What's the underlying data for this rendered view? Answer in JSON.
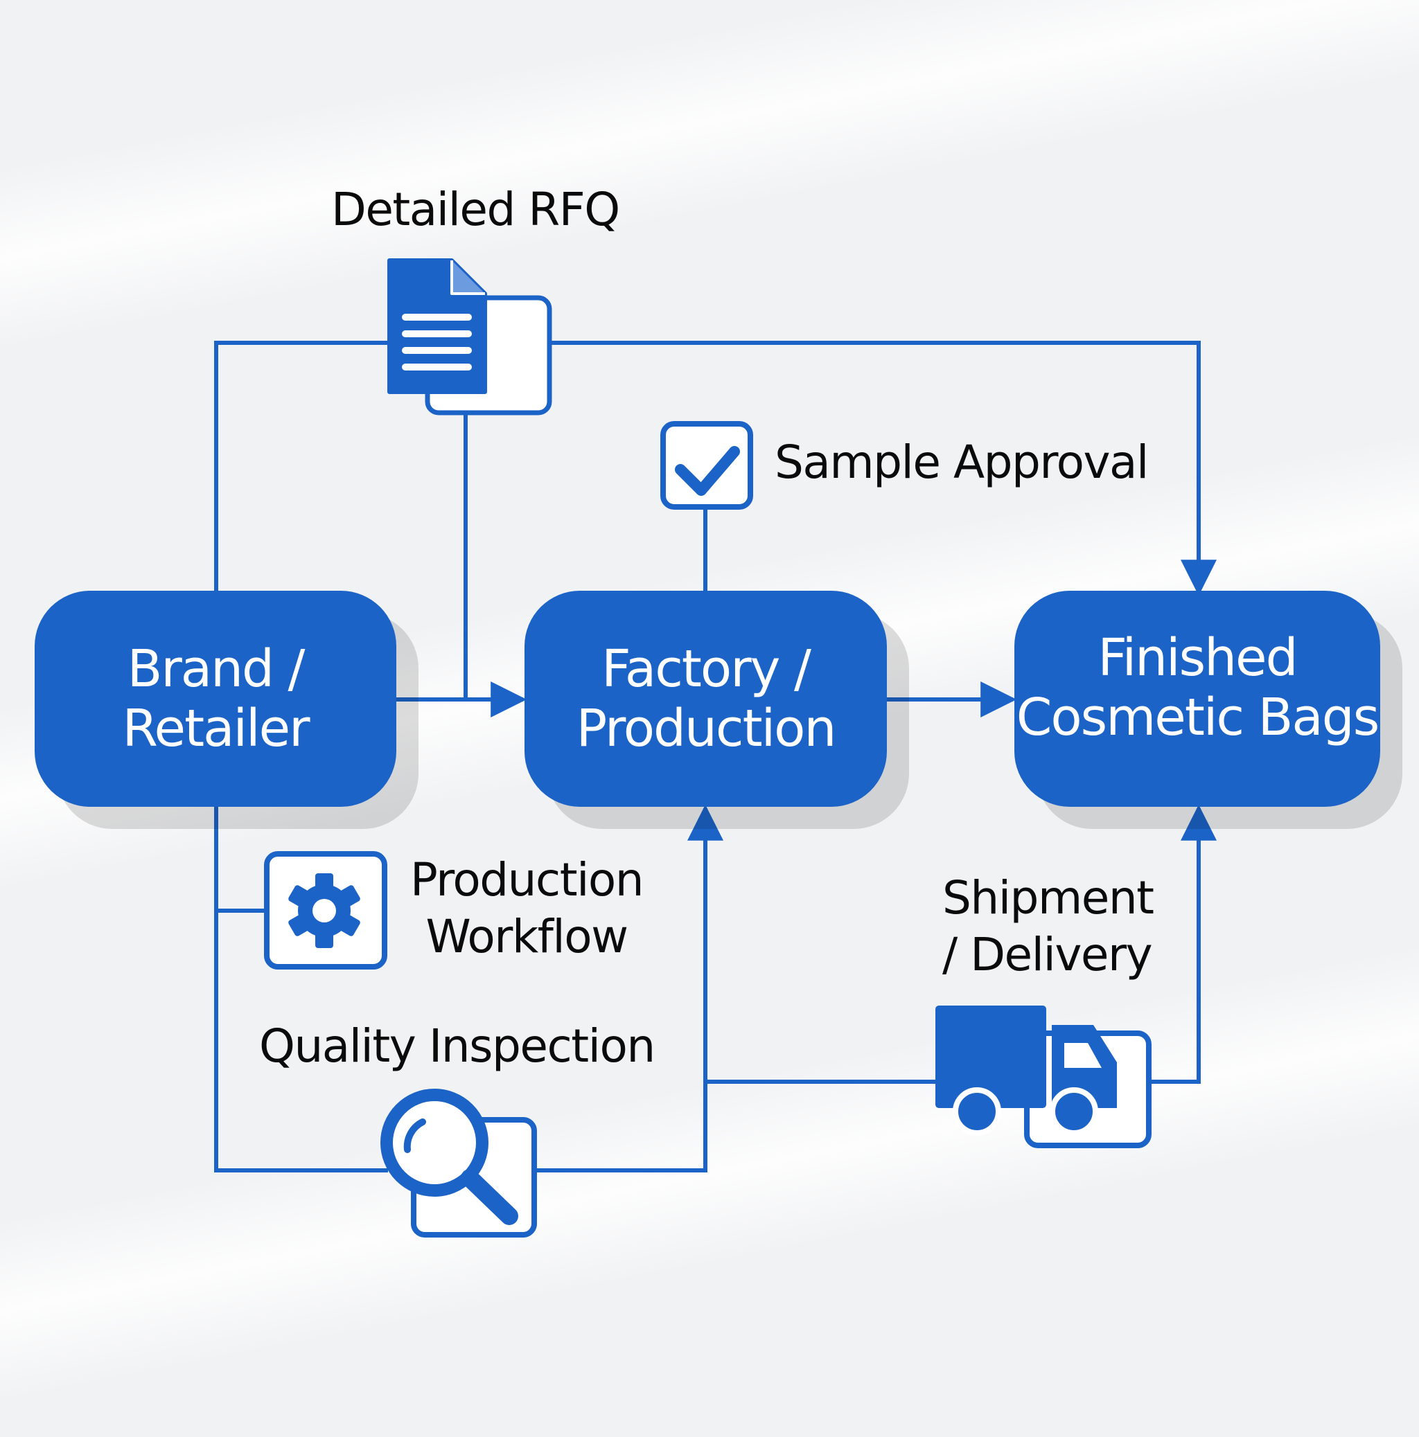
{
  "colors": {
    "accent": "#1c63c7",
    "background": "#f1f2f4",
    "text": "#0b0b0b",
    "node_text": "#ffffff"
  },
  "nodes": {
    "brand": {
      "label": "Brand /\nRetailer"
    },
    "factory": {
      "label": "Factory /\nProduction"
    },
    "finished": {
      "label": "Finished\nCosmetic Bags"
    }
  },
  "annotations": {
    "rfq": {
      "label": "Detailed RFQ",
      "icon": "document-icon"
    },
    "sample": {
      "label": "Sample Approval",
      "icon": "checkbox-icon"
    },
    "workflow": {
      "label": "Production\nWorkflow",
      "icon": "gear-icon"
    },
    "quality": {
      "label": "Quality Inspection",
      "icon": "magnifier-icon"
    },
    "shipment": {
      "label": "Shipment\n/ Delivery",
      "icon": "truck-icon"
    }
  }
}
